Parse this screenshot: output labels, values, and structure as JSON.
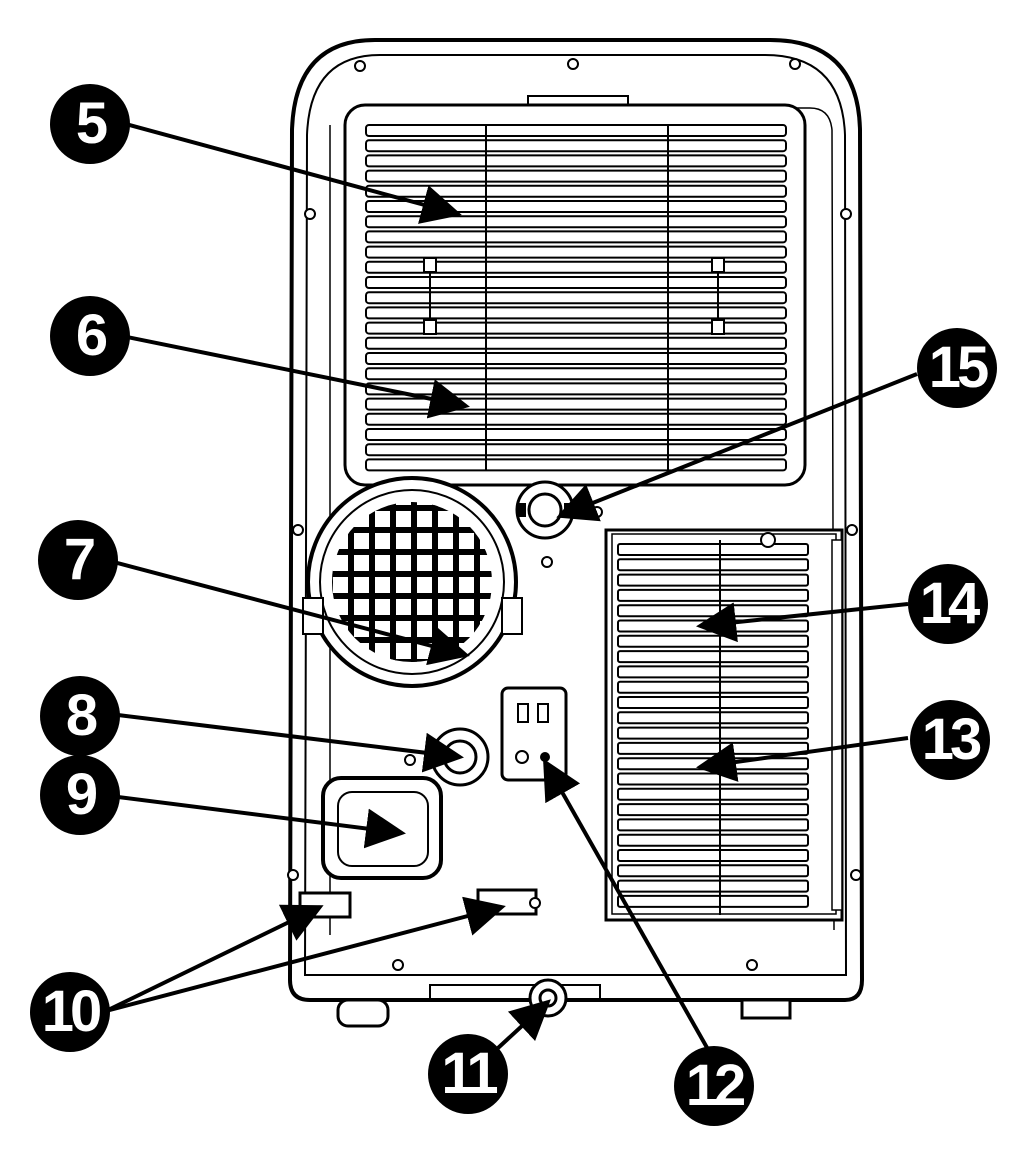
{
  "diagram": {
    "callouts": [
      {
        "id": "c5",
        "label": "5"
      },
      {
        "id": "c6",
        "label": "6"
      },
      {
        "id": "c7",
        "label": "7"
      },
      {
        "id": "c8",
        "label": "8"
      },
      {
        "id": "c9",
        "label": "9"
      },
      {
        "id": "c10",
        "label": "10"
      },
      {
        "id": "c11",
        "label": "11"
      },
      {
        "id": "c12",
        "label": "12"
      },
      {
        "id": "c13",
        "label": "13"
      },
      {
        "id": "c14",
        "label": "14"
      },
      {
        "id": "c15",
        "label": "15"
      }
    ],
    "colors": {
      "ink": "#000000",
      "paper": "#ffffff"
    }
  }
}
